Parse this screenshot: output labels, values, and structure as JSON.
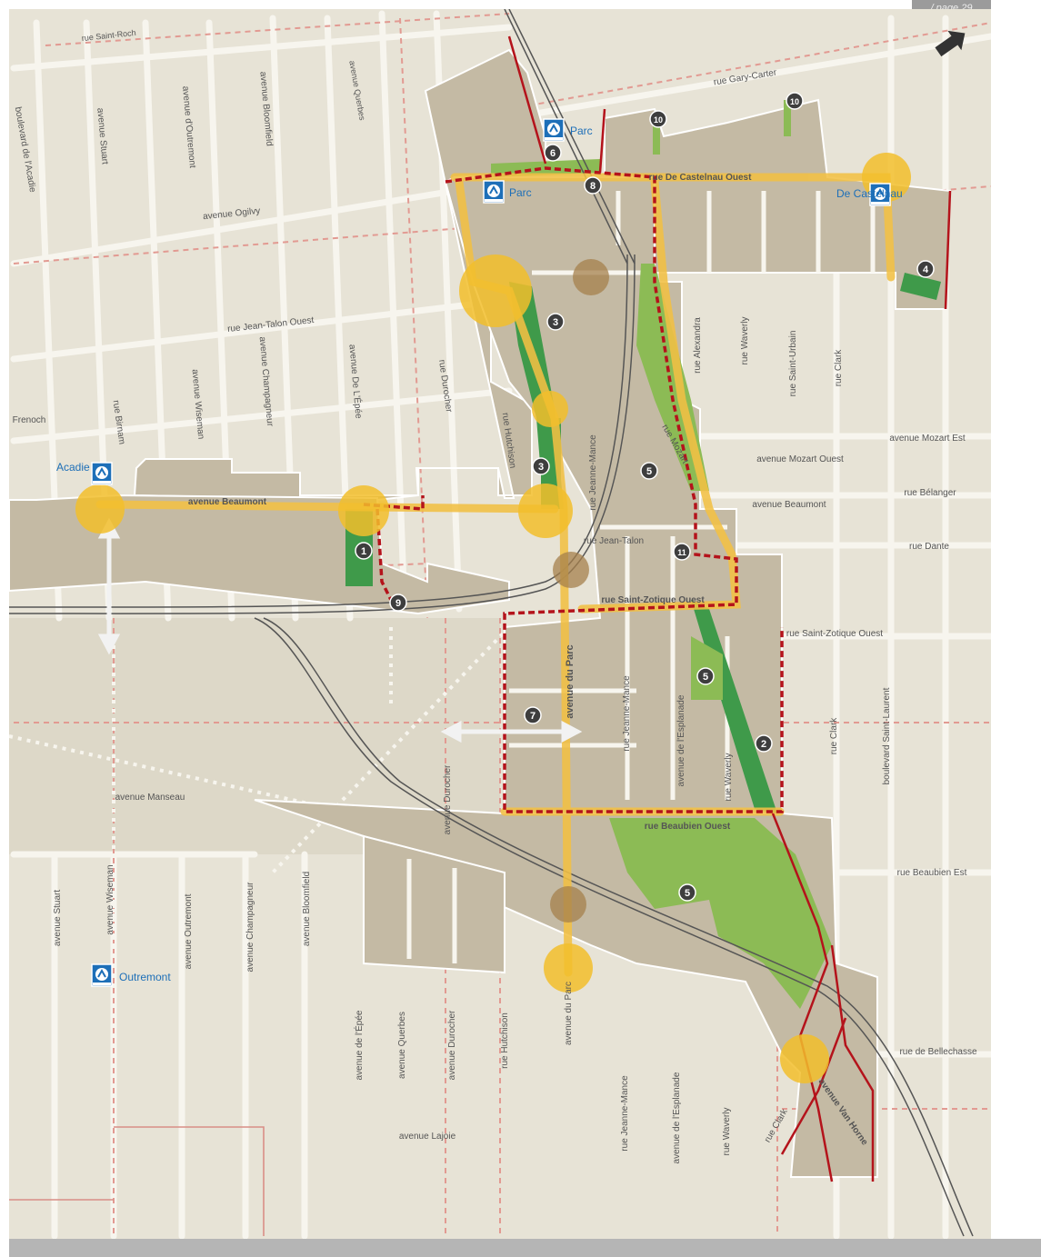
{
  "page_label": "/ page 29",
  "colors": {
    "background": "#e7e3d6",
    "block": "#c4baa4",
    "road": "#f7f5ee",
    "axis": "#f2c044",
    "node": "#f2be2c",
    "park_dark": "#3f9a4a",
    "park_light": "#8cbb55",
    "boundary_red": "#b4131b",
    "dashed_red": "#e29a92",
    "rail": "#555555",
    "marker": "#3e3e3e"
  },
  "icons": {
    "north_arrow": "north-arrow-icon",
    "metro": "metro-station-icon"
  },
  "streets": [
    {
      "text": "rue Saint-Roch"
    },
    {
      "text": "rue Gary-Carter"
    },
    {
      "text": "boulevard de l'Acadie"
    },
    {
      "text": "avenue Stuart"
    },
    {
      "text": "avenue d'Outremont"
    },
    {
      "text": "avenue Bloomfield"
    },
    {
      "text": "avenue Querbes"
    },
    {
      "text": "avenue Ogilvy"
    },
    {
      "text": "rue De Castelnau Ouest"
    },
    {
      "text": "rue Jean-Talon Ouest"
    },
    {
      "text": "avenue Wiseman"
    },
    {
      "text": "avenue Champagneur"
    },
    {
      "text": "avenue De L'Épée"
    },
    {
      "text": "rue Durocher"
    },
    {
      "text": "rue Hutchison"
    },
    {
      "text": "rue Jeanne-Mance"
    },
    {
      "text": "rue Alexandra"
    },
    {
      "text": "rue Waverly"
    },
    {
      "text": "rue Saint-Urbain"
    },
    {
      "text": "rue Clark"
    },
    {
      "text": "Frenoch"
    },
    {
      "text": "rue Birnam"
    },
    {
      "text": "avenue Mozart Est"
    },
    {
      "text": "avenue Mozart Ouest"
    },
    {
      "text": "avenue Beaumont"
    },
    {
      "text": "avenue Beaumont"
    },
    {
      "text": "rue Bélanger"
    },
    {
      "text": "rue Dante"
    },
    {
      "text": "rue Jean-Talon"
    },
    {
      "text": "rue Saint-Zotique Ouest"
    },
    {
      "text": "rue Saint-Zotique Ouest"
    },
    {
      "text": "avenue du Parc"
    },
    {
      "text": "rue Jeanne-Mance"
    },
    {
      "text": "avenue de l'Esplanade"
    },
    {
      "text": "rue Waverly"
    },
    {
      "text": "rue Clark"
    },
    {
      "text": "boulevard Saint-Laurent"
    },
    {
      "text": "avenue Manseau"
    },
    {
      "text": "avenue Durocher"
    },
    {
      "text": "rue Beaubien Ouest"
    },
    {
      "text": "rue Beaubien Est"
    },
    {
      "text": "avenue Stuart"
    },
    {
      "text": "avenue Wiseman"
    },
    {
      "text": "avenue Outremont"
    },
    {
      "text": "avenue Champagneur"
    },
    {
      "text": "avenue Bloomfield"
    },
    {
      "text": "avenue de l'Épée"
    },
    {
      "text": "avenue Querbes"
    },
    {
      "text": "avenue Durocher"
    },
    {
      "text": "rue Hutchison"
    },
    {
      "text": "avenue du Parc"
    },
    {
      "text": "rue Jeanne-Mance"
    },
    {
      "text": "avenue de l'Esplanade"
    },
    {
      "text": "rue Waverly"
    },
    {
      "text": "rue de Bellechasse"
    },
    {
      "text": "avenue Lajoie"
    },
    {
      "text": "avenue Van Horne"
    },
    {
      "text": "rue Clark"
    },
    {
      "text": "rue Mozart"
    }
  ],
  "stations": [
    {
      "name": "Parc"
    },
    {
      "name": "Parc"
    },
    {
      "name": "De Castelnau"
    },
    {
      "name": "Acadie"
    },
    {
      "name": "Outremont"
    }
  ],
  "markers": [
    {
      "label": "1"
    },
    {
      "label": "2"
    },
    {
      "label": "3"
    },
    {
      "label": "3"
    },
    {
      "label": "4"
    },
    {
      "label": "5"
    },
    {
      "label": "5"
    },
    {
      "label": "5"
    },
    {
      "label": "6"
    },
    {
      "label": "7"
    },
    {
      "label": "8"
    },
    {
      "label": "9"
    },
    {
      "label": "10"
    },
    {
      "label": "10"
    },
    {
      "label": "11"
    }
  ]
}
